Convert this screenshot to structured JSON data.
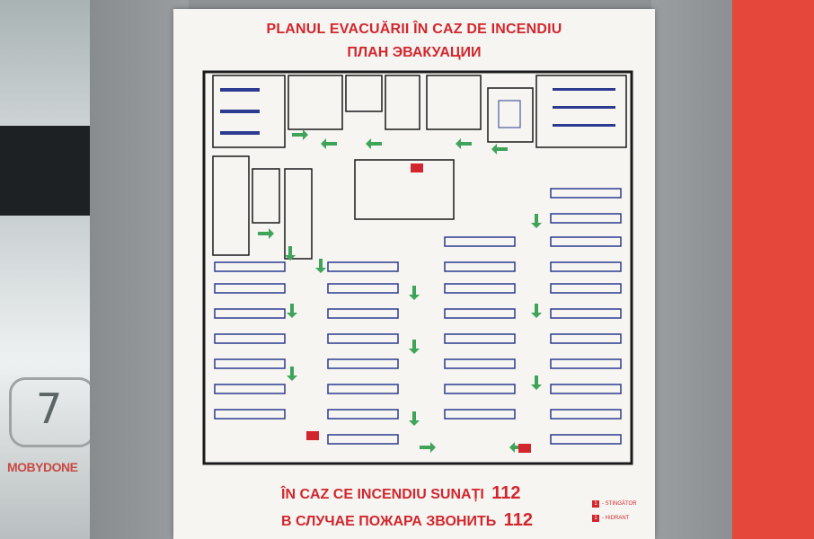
{
  "sign": {
    "title_ro": "PLANUL EVACUĂRII ÎN CAZ DE INCENDIU",
    "title_ru": "ПЛАН ЭВАКУАЦИИ",
    "footer_ro": "ÎN CAZ CE INCENDIU SUNAȚI",
    "footer_ro_number": "112",
    "footer_ru": "В СЛУЧАЕ ПОЖАРА ЗВОНИТЬ",
    "footer_ru_number": "112",
    "legend": [
      {
        "symbol": "1",
        "label": "- STINGĂTOR"
      },
      {
        "symbol": "1",
        "label": "- HIDRANT"
      }
    ],
    "colors": {
      "text": "#d2262e",
      "arrow": "#3fa45a",
      "desk": "#2c3b8f",
      "wall": "#1a1a1a"
    }
  },
  "door": {
    "number": "7",
    "sticker": "MOBYDONE"
  }
}
